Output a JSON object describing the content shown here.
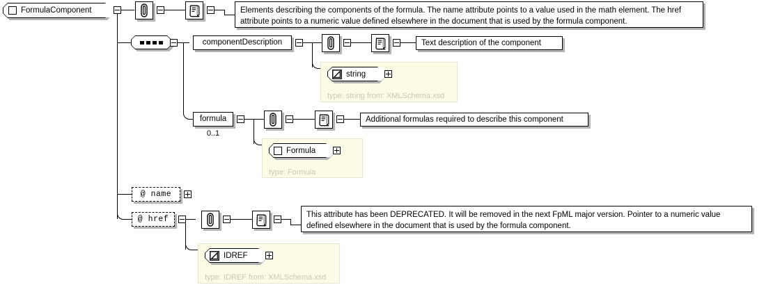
{
  "diagram": {
    "kind": "xsd-schema-tree",
    "title": "FormulaComponent",
    "background_color": "#ffffff",
    "line_color": "#000000",
    "shadow_color": "#b4b4b4",
    "type_panel_color": "#fbfbe6",
    "type_caption_color": "#c8c8b4"
  },
  "root": {
    "label": "FormulaComponent",
    "icon": "complex-type-square-icon",
    "toggle": "minus"
  },
  "root_annotation": {
    "annotation_icon": "paperclip-icon",
    "documentation_icon": "scroll-icon",
    "toggle_a": "minus",
    "toggle_b": "minus",
    "toggle_c": "minus",
    "text": "Elements describing the components of the formula. The name attribute points to a value used in the math element. The href attribute points to a numeric value defined elsewhere in the document that is used by the formula component."
  },
  "sequence": {
    "icon": "sequence-compositor-icon",
    "toggle": "minus",
    "dots": 4
  },
  "elements": [
    {
      "name": "componentDescription",
      "toggle": "minus",
      "cardinality": "",
      "annotation_icon": "paperclip-icon",
      "documentation_icon": "scroll-icon",
      "toggle_a": "minus",
      "toggle_b": "minus",
      "toggle_c": "minus",
      "documentation": "Text description of the component",
      "type_node": {
        "label": "string",
        "icon": "simple-type-pencil-icon",
        "toggle": "plus",
        "caption": "type: string from: XMLSchema.xsd"
      }
    },
    {
      "name": "formula",
      "toggle": "minus",
      "cardinality": "0..1",
      "annotation_icon": "paperclip-icon",
      "documentation_icon": "scroll-icon",
      "toggle_a": "minus",
      "toggle_b": "minus",
      "toggle_c": "minus",
      "documentation": "Additional formulas required to describe this component",
      "type_node": {
        "label": "Formula",
        "icon": "complex-type-square-icon",
        "toggle": "plus",
        "caption": "type: Formula"
      }
    }
  ],
  "attributes": [
    {
      "name": "@ name",
      "toggle": "plus",
      "has_annotation": false
    },
    {
      "name": "@ href",
      "toggle": "minus",
      "has_annotation": true,
      "annotation_icon": "paperclip-icon",
      "documentation_icon": "scroll-icon",
      "toggle_a": "minus",
      "toggle_b": "minus",
      "toggle_c": "minus",
      "documentation": "This attribute has been DEPRECATED. It will be removed in the next FpML major version. Pointer to a numeric value defined elsewhere in the document that is used by the formula component.",
      "type_node": {
        "label": "IDREF",
        "icon": "simple-type-pencil-icon",
        "toggle": "plus",
        "caption": "type: IDREF from: XMLSchema.xsd"
      }
    }
  ]
}
